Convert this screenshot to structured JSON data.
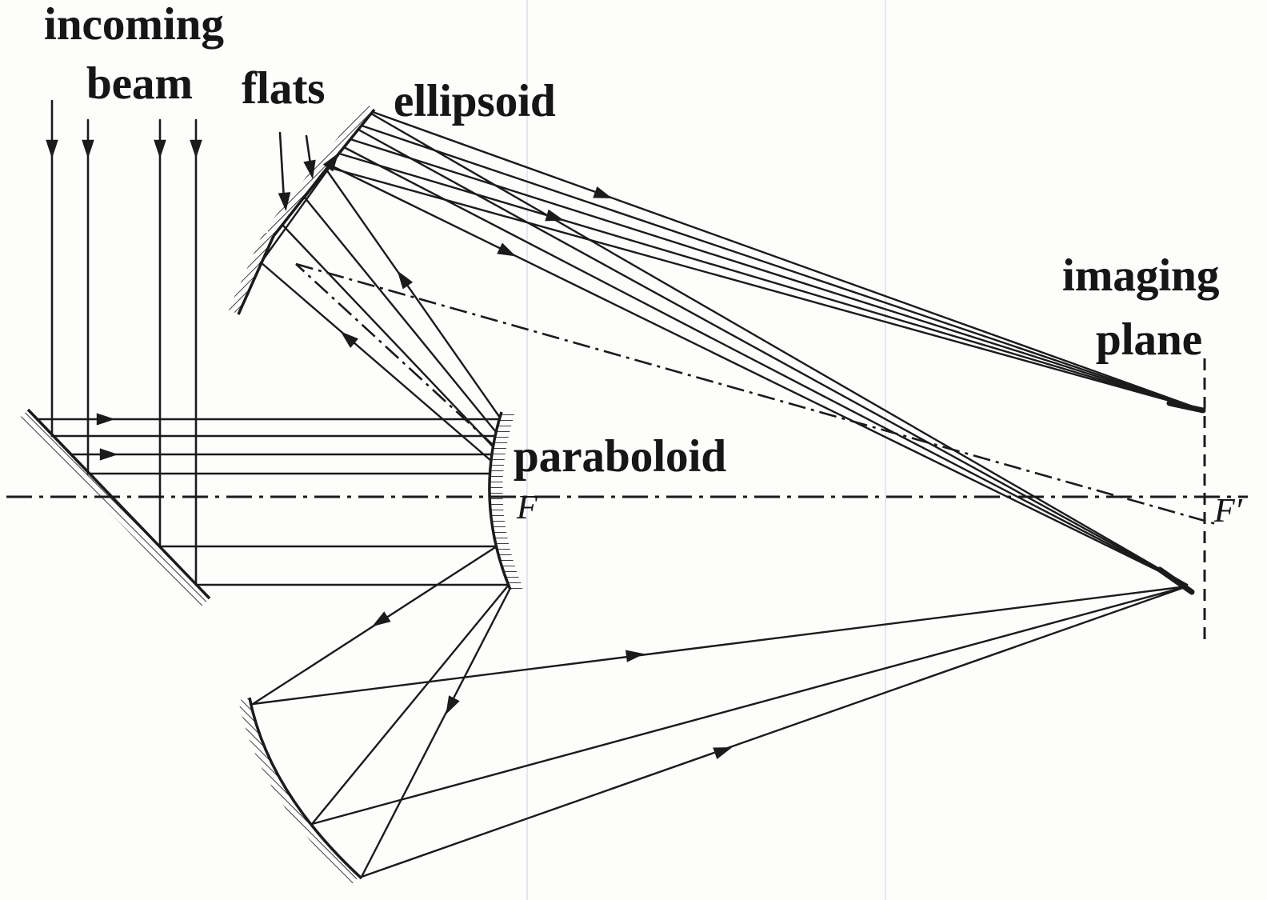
{
  "diagram": {
    "labels": {
      "incoming_beam": {
        "line1": "incoming",
        "line2": "beam"
      },
      "flats": "flats",
      "ellipsoid": "ellipsoid",
      "paraboloid": "paraboloid",
      "imaging_plane": {
        "line1": "imaging",
        "line2": "plane"
      },
      "focus": "F",
      "focus_prime": "F′"
    },
    "colors": {
      "ink": "#1b1b1b",
      "background": "#fdfdfc",
      "scan_artifact": "#cfd5e2"
    }
  }
}
